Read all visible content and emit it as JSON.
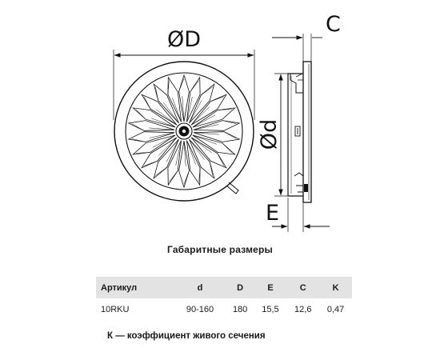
{
  "drawing": {
    "label_outer_diameter": "ØD",
    "label_inner_diameter": "Ød",
    "label_c": "C",
    "label_e": "E"
  },
  "section_title": "Габаритные размеры",
  "table": {
    "headers": [
      "Артикул",
      "d",
      "D",
      "E",
      "C",
      "K"
    ],
    "rows": [
      [
        "10RKU",
        "90-160",
        "180",
        "15,5",
        "12,6",
        "0,47"
      ]
    ]
  },
  "footnote": "К — коэффициент живого сечения"
}
